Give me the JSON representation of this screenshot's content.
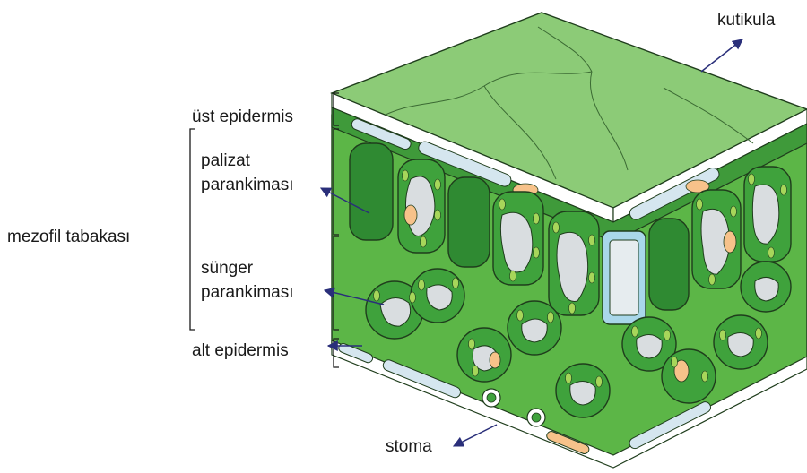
{
  "labels": {
    "cuticle": "kutikula",
    "upper_epidermis": "üst epidermis",
    "palisade": [
      "palizat",
      "parankiması"
    ],
    "mesophyll": "mezofil tabakası",
    "spongy": [
      "sünger",
      "parankiması"
    ],
    "lower_epidermis": "alt epidermis",
    "stoma": "stoma"
  },
  "colors": {
    "top_surface": "#8ccb77",
    "tissue_green": "#5cb647",
    "dark_cell": "#2f8a32",
    "cell_interior": "#d9dde0",
    "epidermis_cell": "#d5e6ef",
    "nucleus": "#f7c28a",
    "arrow": "#2a2f7a"
  }
}
